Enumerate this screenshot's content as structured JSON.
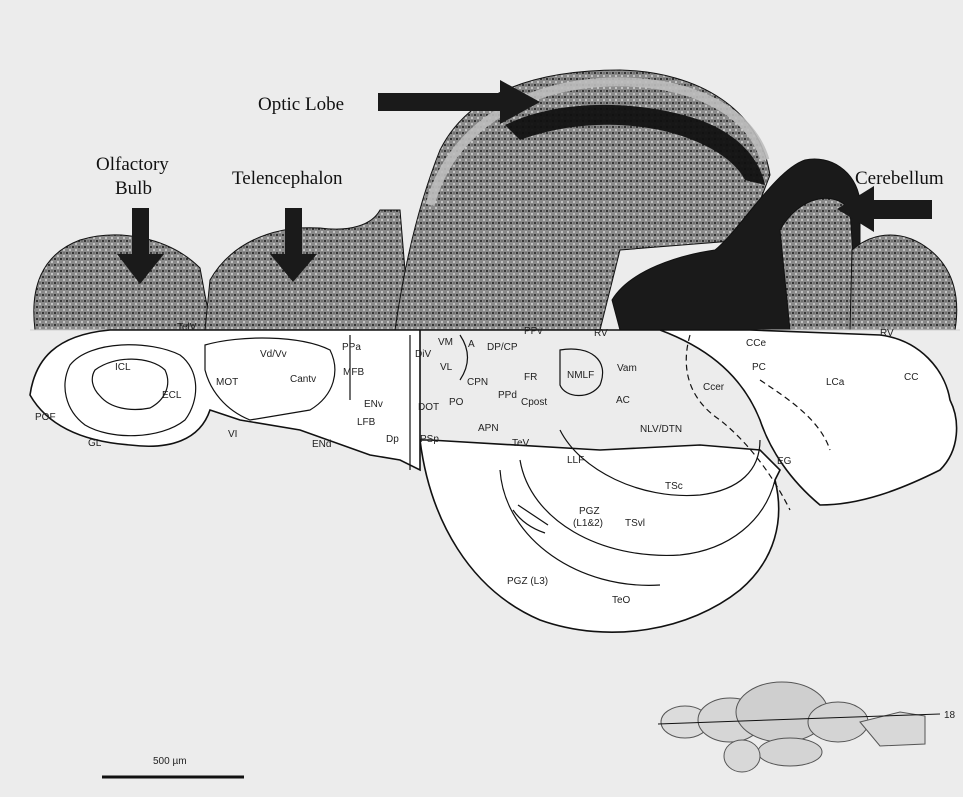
{
  "callouts": {
    "olfactory_bulb_line1": "Olfactory",
    "olfactory_bulb_line2": "Bulb",
    "telencephalon": "Telencephalon",
    "optic_lobe": "Optic Lobe",
    "cerebellum": "Cerebellum"
  },
  "regions": {
    "TelV": "TelV",
    "Vd_Vv": "Vd/Vv",
    "PPa": "PPa",
    "DiV": "DiV",
    "VM": "VM",
    "A": "A",
    "DP_CP": "DP/CP",
    "PPv": "PPv",
    "RV_mid": "RV",
    "RV_right": "RV",
    "CCe": "CCe",
    "ICL": "ICL",
    "ECL": "ECL",
    "POF": "POF",
    "GL": "GL",
    "MOT": "MOT",
    "Cantv": "Cantv",
    "MFB": "MFB",
    "VL": "VL",
    "FR": "FR",
    "NMLF": "NMLF",
    "Vam": "Vam",
    "Ccer": "Ccer",
    "PC": "PC",
    "LCa": "LCa",
    "CC": "CC",
    "VI": "VI",
    "ENv": "ENv",
    "LFB": "LFB",
    "DOT": "DOT",
    "PO": "PO",
    "CPN": "CPN",
    "PPd": "PPd",
    "Cpost": "Cpost",
    "AC": "AC",
    "NLV_DTN": "NLV/DTN",
    "ENd": "ENd",
    "Dp": "Dp",
    "PSp": "PSp",
    "APN": "APN",
    "TeV": "TeV",
    "LLF": "LLF",
    "EG": "EG",
    "TSc": "TSc",
    "PGZ_L12": "PGZ",
    "PGZ_L12_b": "(L1&2)",
    "TSvl": "TSvl",
    "PGZ_L3": "PGZ (L3)",
    "TeO": "TeO"
  },
  "inset_label": "18",
  "scale_bar_label": "500 µm"
}
